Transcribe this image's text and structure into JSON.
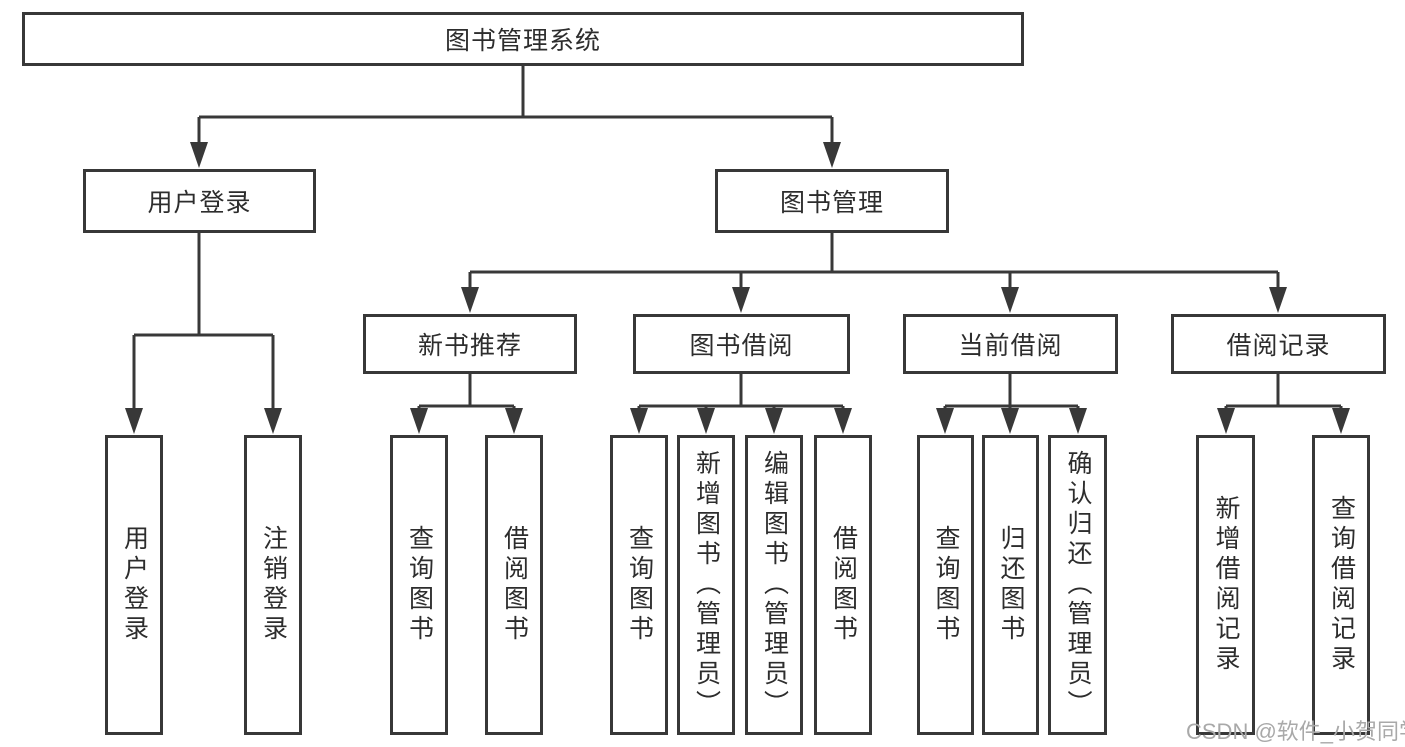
{
  "nodes": {
    "root": {
      "label": "图书管理系统"
    },
    "user_login": {
      "label": "用户登录",
      "children": {
        "login": {
          "label": "用户登录"
        },
        "logout": {
          "label": "注销登录"
        }
      }
    },
    "book_mgmt": {
      "label": "图书管理",
      "children": {
        "new_book_rec": {
          "label": "新书推荐",
          "children": {
            "query_books": {
              "label": "查询图书"
            },
            "borrow_books": {
              "label": "借阅图书"
            }
          }
        },
        "book_borrow": {
          "label": "图书借阅",
          "children": {
            "query_books": {
              "label": "查询图书"
            },
            "add_books_admin": {
              "label": "新增图书（管理员）"
            },
            "edit_books_admin": {
              "label": "编辑图书（管理员）"
            },
            "borrow_books": {
              "label": "借阅图书"
            }
          }
        },
        "current_borrow": {
          "label": "当前借阅",
          "children": {
            "query_books": {
              "label": "查询图书"
            },
            "return_books": {
              "label": "归还图书"
            },
            "confirm_return_admin": {
              "label": "确认归还（管理员）"
            }
          }
        },
        "borrow_records": {
          "label": "借阅记录",
          "children": {
            "add_borrow_record": {
              "label": "新增借阅记录"
            },
            "query_borrow_record": {
              "label": "查询借阅记录"
            }
          }
        }
      }
    }
  },
  "watermark": {
    "text": "CSDN @软件_小贺同学"
  },
  "colors": {
    "line": "#383838",
    "box_border": "#383838",
    "box_bg": "#ffffff",
    "text": "#2d2d2d",
    "watermark": "#a9a9a9"
  }
}
